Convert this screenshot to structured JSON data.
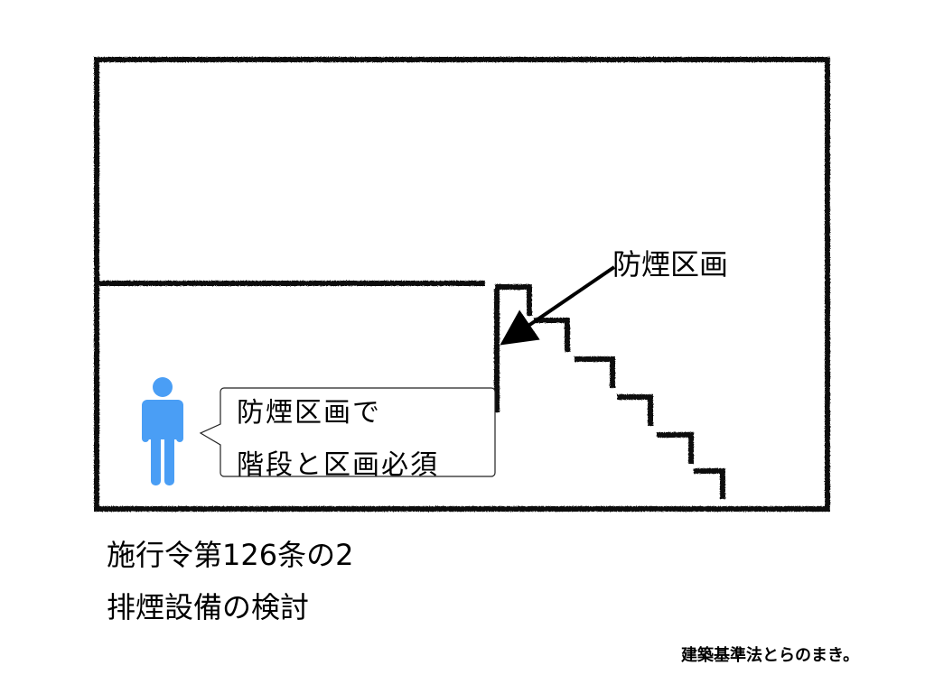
{
  "labels": {
    "smoke_compartment": "防煙区画",
    "bubble_line1": "防煙区画で",
    "bubble_line2": "階段と区画必須",
    "title_line1": "施行令第126条の2",
    "title_line2": "排煙設備の検討",
    "credit": "建築基準法とらのまき。"
  },
  "colors": {
    "person": "#4a9ef5",
    "line": "#111111"
  }
}
